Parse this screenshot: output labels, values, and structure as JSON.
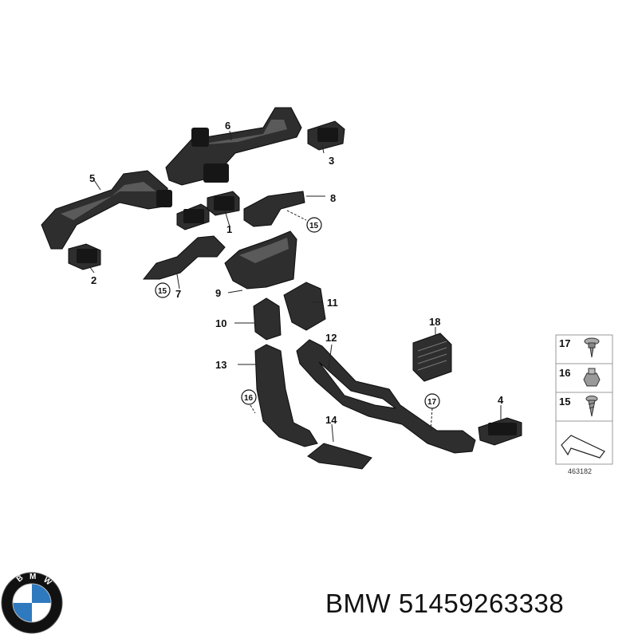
{
  "diagram": {
    "callouts": [
      "1",
      "2",
      "3",
      "4",
      "5",
      "6",
      "7",
      "8",
      "9",
      "10",
      "11",
      "12",
      "13",
      "14",
      "18"
    ],
    "circled_callouts": [
      "15",
      "15",
      "16",
      "17"
    ],
    "legend": {
      "items": [
        {
          "number": "17",
          "icon": "flange-screw-icon"
        },
        {
          "number": "16",
          "icon": "nut-icon"
        },
        {
          "number": "15",
          "icon": "screw-icon"
        }
      ],
      "diagram_id": "463182"
    }
  },
  "footer": {
    "brand": "BMW",
    "part_number": "51459263338"
  },
  "logo": {
    "text": "BMW",
    "colors": {
      "blue": "#2f79bf",
      "white": "#ffffff",
      "ring": "#111111"
    }
  }
}
